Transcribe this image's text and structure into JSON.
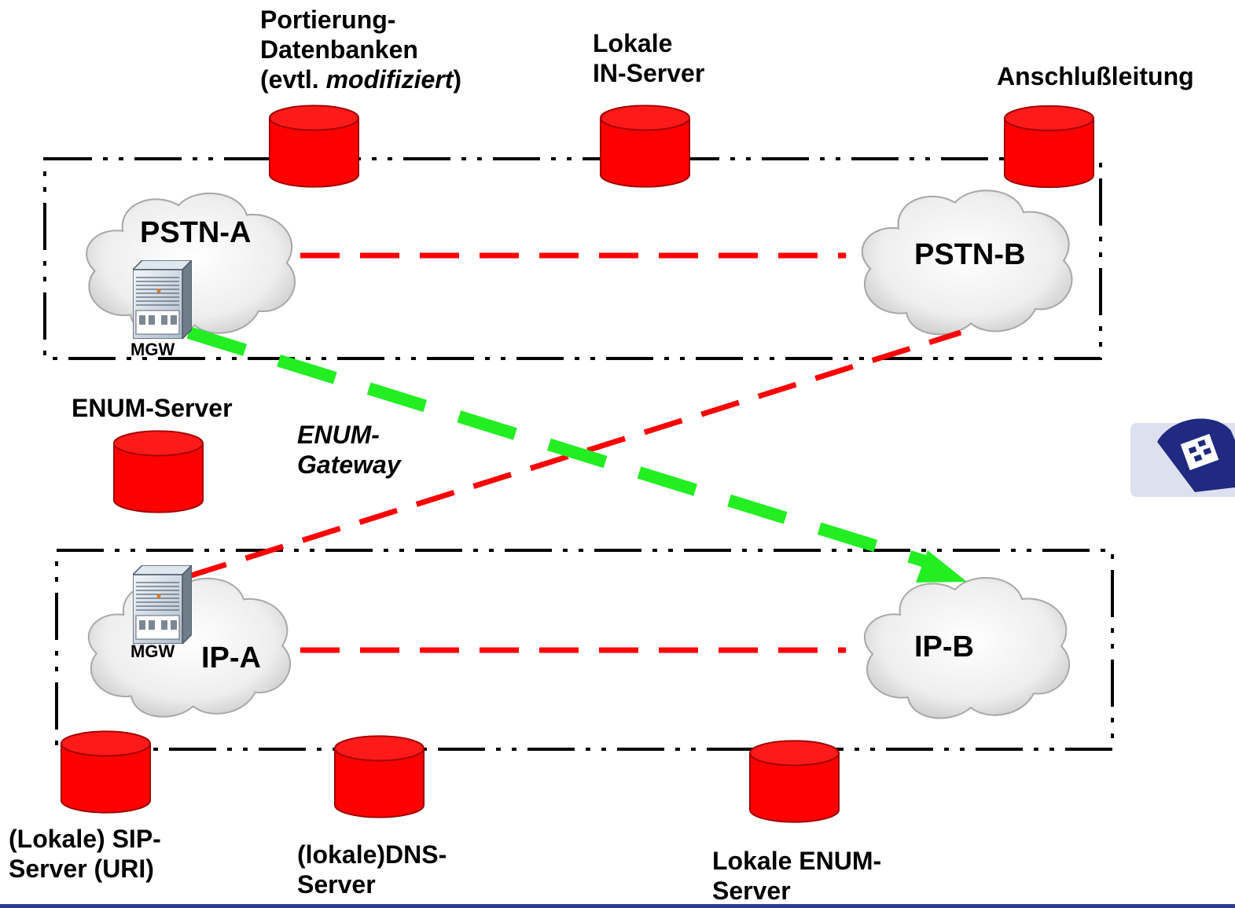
{
  "labels": {
    "portierung_1": "Portierung-",
    "portierung_2": "Datenbanken",
    "portierung_3a": "(evtl. ",
    "portierung_3b": "modifiziert",
    "portierung_3c": ")",
    "lokale_in_1": "Lokale",
    "lokale_in_2": "IN-Server",
    "anschluss": "Anschlußleitung",
    "enum_server": "ENUM-Server",
    "enum_gateway_1": "ENUM-",
    "enum_gateway_2": "Gateway",
    "sip_1": "(Lokale) SIP-",
    "sip_2": "Server (URI)",
    "dns_1": "(lokale)DNS-",
    "dns_2": "Server",
    "lenum_1": "Lokale ENUM-",
    "lenum_2": "Server"
  },
  "clouds": {
    "pstn_a": "PSTN-A",
    "pstn_b": "PSTN-B",
    "ip_a": "IP-A",
    "ip_b": "IP-B"
  },
  "mgw": "MGW",
  "colors": {
    "database": "#ff0000",
    "dashed_arrow": "#ff0000",
    "green_arrow": "#22ee22",
    "frame": "#000000",
    "bottom_bar": "#2b3f93",
    "phone_box": "#dde0ee",
    "phone": "#1f2a80"
  },
  "icons": [
    "database-icon",
    "cloud-icon",
    "server-rack-icon",
    "telephone-icon"
  ]
}
